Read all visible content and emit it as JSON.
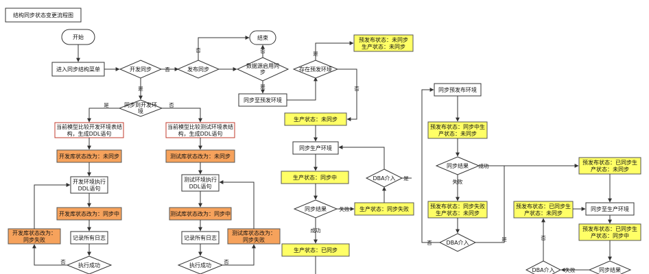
{
  "title": "结构同步状态变更流程图",
  "nodes": {
    "start": "开始",
    "end": "结束",
    "enter_menu": "进入同步结构菜单",
    "dev_sync": "开发同步",
    "publish_sync": "发布同步",
    "db_pre_enabled": [
      "数据源启用同",
      "步"
    ],
    "sync_to_pre": "同步至预发环境",
    "pre_exists": "存在预发环境",
    "sync_to_dev": [
      "同步到开发环",
      "境"
    ],
    "dev_compare": [
      "当前模型比较开发环境表结",
      "构，生成DDL语句"
    ],
    "test_compare": [
      "当前模型比较测试环境表结",
      "构，生成DDL语句"
    ],
    "dev_status_unsync": "开发库状态改为：未同步",
    "test_status_unsync": "测试库状态改为：未同步",
    "dev_exec": [
      "开发环境执行",
      "DDL语句"
    ],
    "test_exec": [
      "测试环境执行",
      "DDL语句"
    ],
    "dev_status_syncing": "开发库状态改为：同步中",
    "test_status_syncing": "测试库状态改为：同步中",
    "dev_status_fail": [
      "开发库状态改为：",
      "同步失败"
    ],
    "test_status_fail": [
      "测试库状态改为：",
      "同步失败"
    ],
    "log_all_1": "记录所有日志",
    "log_all_2": "记录所有日志",
    "exec_success_1": "执行成功",
    "exec_success_2": "执行成功",
    "pre_unsync_prod_unsync": [
      "预发布状态：未同步",
      "生产状态：未同步"
    ],
    "prod_unsync": "生产状态：未同步",
    "sync_prod_env": "同步生产环境",
    "prod_syncing": "生产状态：同步中",
    "dba_intervene_1": "DBA介入",
    "sync_result_1": "同步结果",
    "prod_fail": "生产状态：同步失败",
    "prod_synced": "生产状态：已同步",
    "sync_pre_env": "同步预发布环境",
    "pre_syncing_prod_unsync": [
      "预发布状态：同步中生",
      "产状态：未同步"
    ],
    "sync_result_2": "同步结果",
    "pre_fail_prod_unsync": [
      "预发布状态：同步失败",
      "生产状态：未同步"
    ],
    "dba_intervene_2": "DBA介入",
    "pre_synced_prod_unsync_a": [
      "预发布状态：已同步生",
      "产状态：未同步"
    ],
    "pre_synced_prod_unsync_b": [
      "预发布状态：已同步生",
      "产状态：未同步"
    ],
    "sync_to_prod_env": "同步至生产环境",
    "pre_synced_prod_syncing": [
      "预发布状态：已同步生",
      "产状态：同步中"
    ],
    "dba_intervene_3": "DBA介入",
    "sync_result_3": "同步结果"
  },
  "edge_labels": {
    "yes": "是",
    "no": "否",
    "success": "成功",
    "fail": "失败"
  }
}
